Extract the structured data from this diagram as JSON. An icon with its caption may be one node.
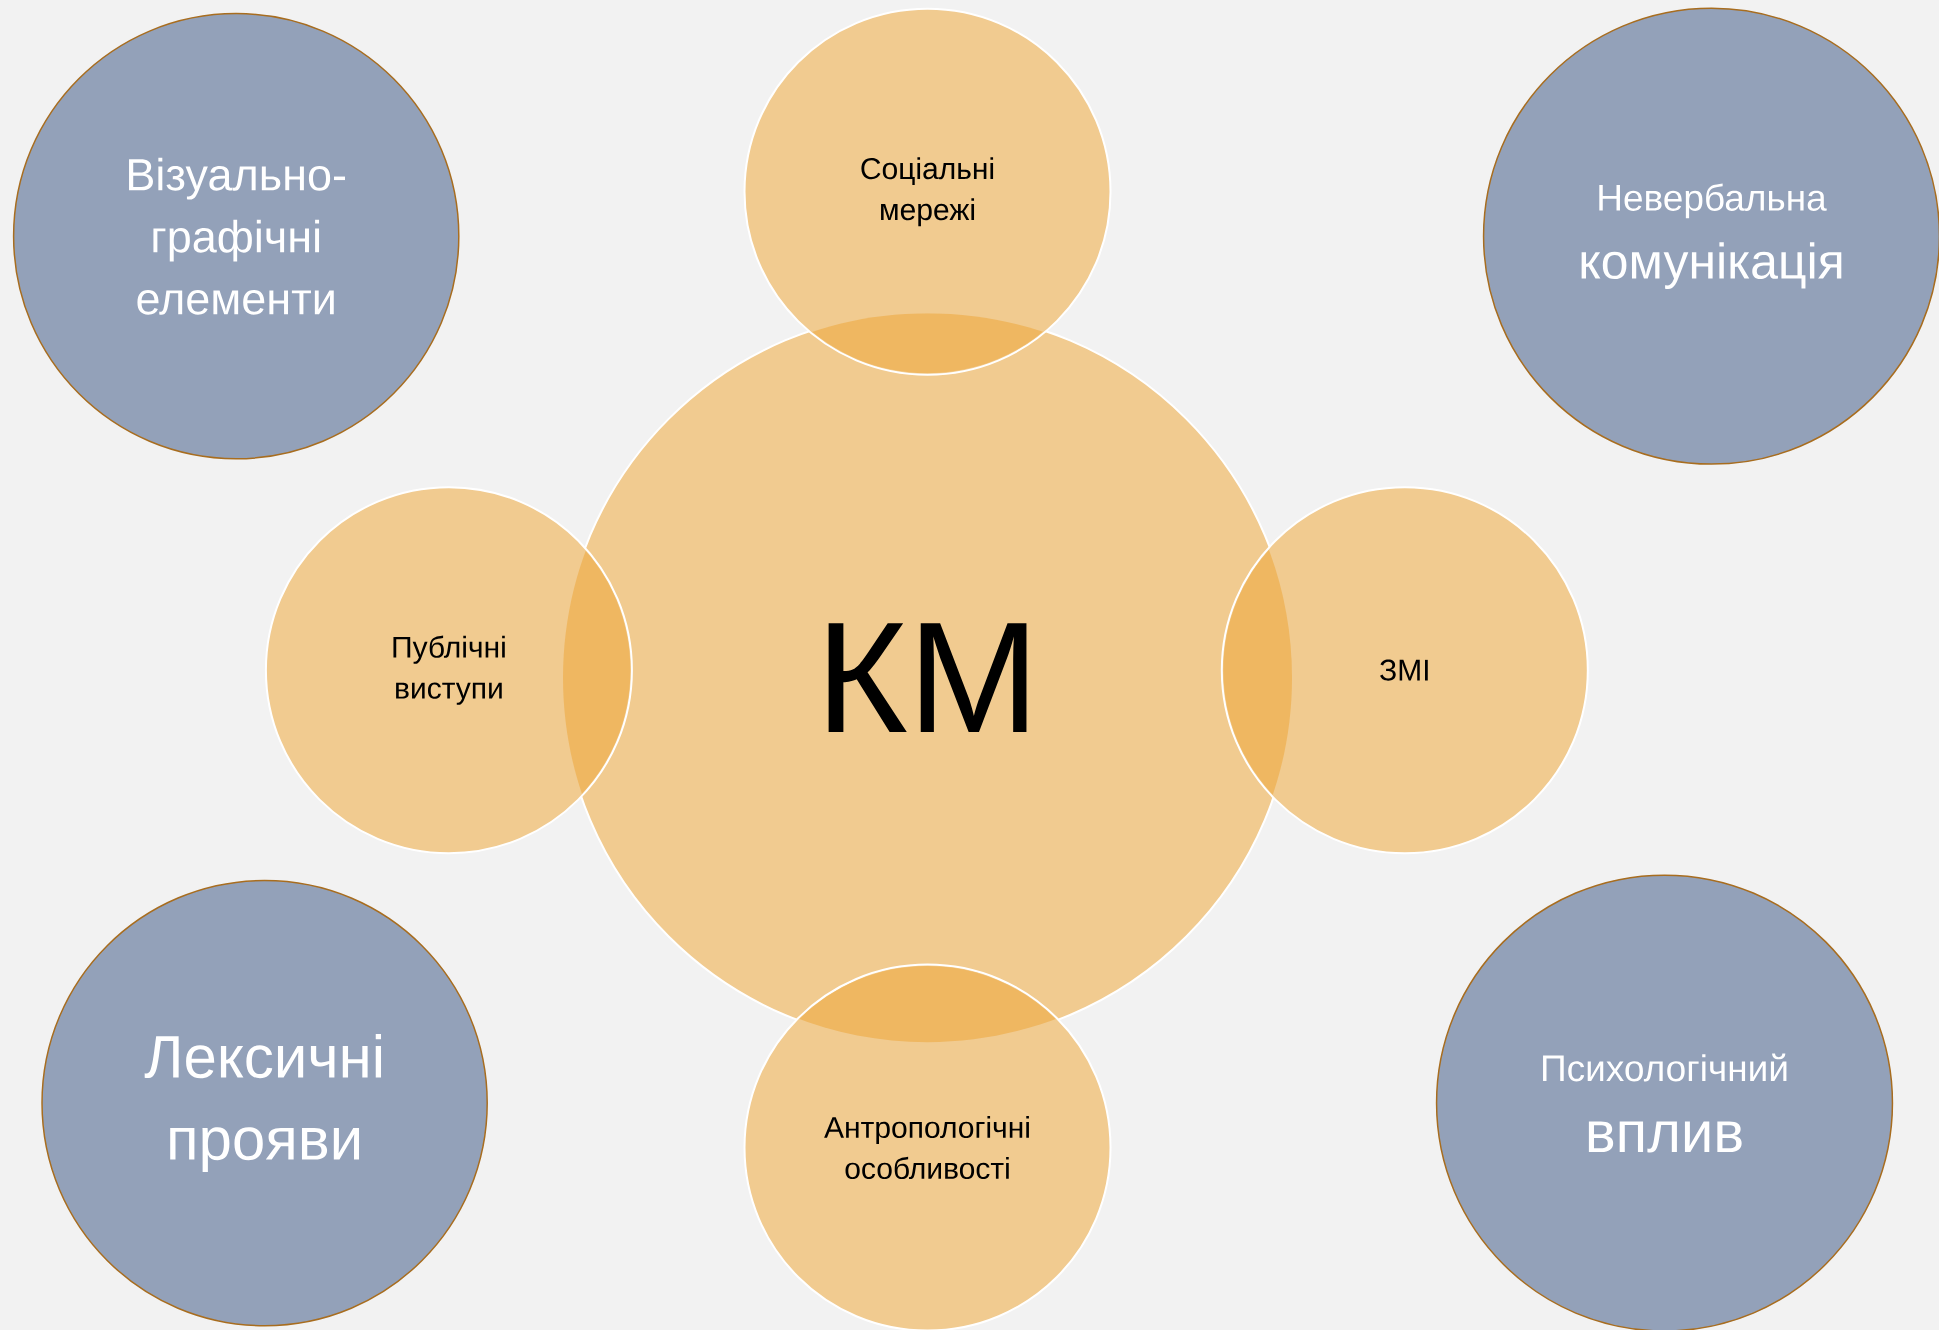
{
  "diagram": {
    "nodes": [
      {
        "text": [
          "Візуально-графічні елементи"
        ]
      },
      {
        "text": [
          "Соціальні мережі"
        ]
      },
      {
        "text": [
          "Невербальна",
          "комунікація"
        ]
      },
      {
        "text": [
          "Публічні виступи"
        ]
      },
      {
        "text": [
          "КМ"
        ]
      },
      {
        "text": [
          "ЗМІ"
        ]
      },
      {
        "text": [
          "Лексичні прояви"
        ]
      },
      {
        "text": [
          "Антропологічні особливості"
        ]
      },
      {
        "text": [
          "Психологічний",
          "вплив"
        ]
      }
    ]
  }
}
